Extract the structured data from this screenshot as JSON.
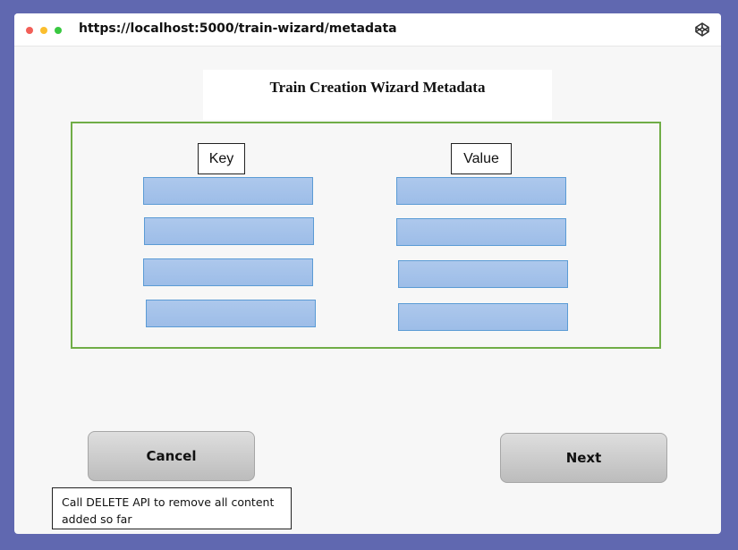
{
  "browser": {
    "url": "https://localhost:5000/train-wizard/metadata",
    "icons": [
      "close-dot",
      "minimize-dot",
      "maximize-dot",
      "codepen-icon"
    ]
  },
  "page": {
    "title": "Train Creation Wizard Metadata"
  },
  "metadata_table": {
    "key_header": "Key",
    "value_header": "Value",
    "rows": [
      {
        "key": "",
        "value": ""
      },
      {
        "key": "",
        "value": ""
      },
      {
        "key": "",
        "value": ""
      },
      {
        "key": "",
        "value": ""
      }
    ]
  },
  "actions": {
    "cancel_label": "Cancel",
    "next_label": "Next",
    "cancel_note": "Call DELETE API to remove all content added so far"
  },
  "colors": {
    "window_frame": "#6068b0",
    "panel_border": "#70ad47",
    "field_fill": "#a9c6ec",
    "field_border": "#5b9bd5",
    "button_fill": "#cccccc"
  }
}
